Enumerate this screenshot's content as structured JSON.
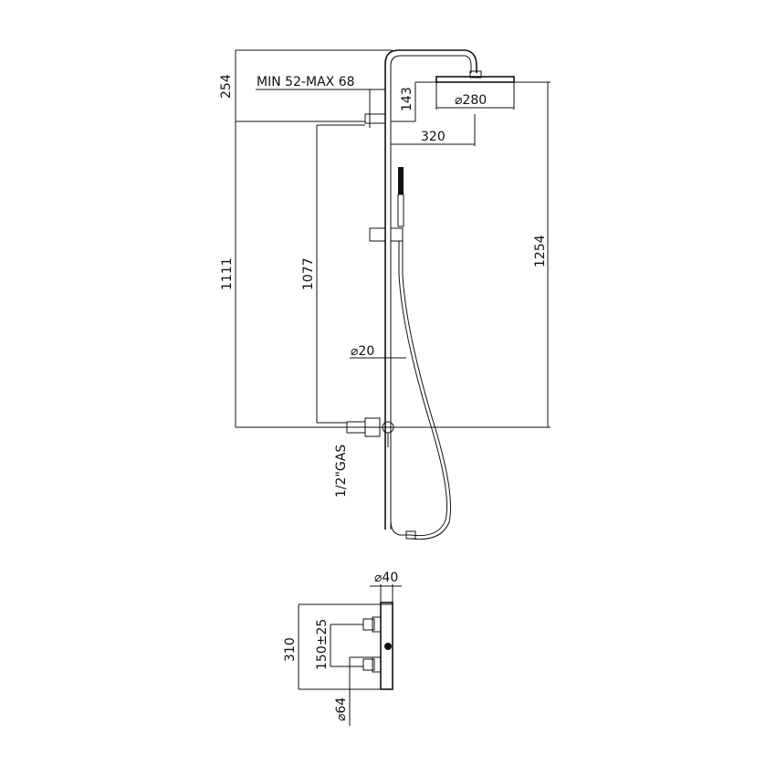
{
  "dimensions": {
    "top_height": "254",
    "arm_offset": "MIN 52-MAX 68",
    "head_drop": "143",
    "head_diameter": "⌀280",
    "arm_length": "320",
    "rail_height": "1077",
    "total_height": "1111",
    "head_height": "1254",
    "pipe_diameter": "⌀20",
    "inlet": "1/2\"GAS",
    "mixer_diameter": "⌀40",
    "mixer_height": "310",
    "inlet_spacing": "150±25",
    "escutcheon_diameter": "⌀64"
  }
}
